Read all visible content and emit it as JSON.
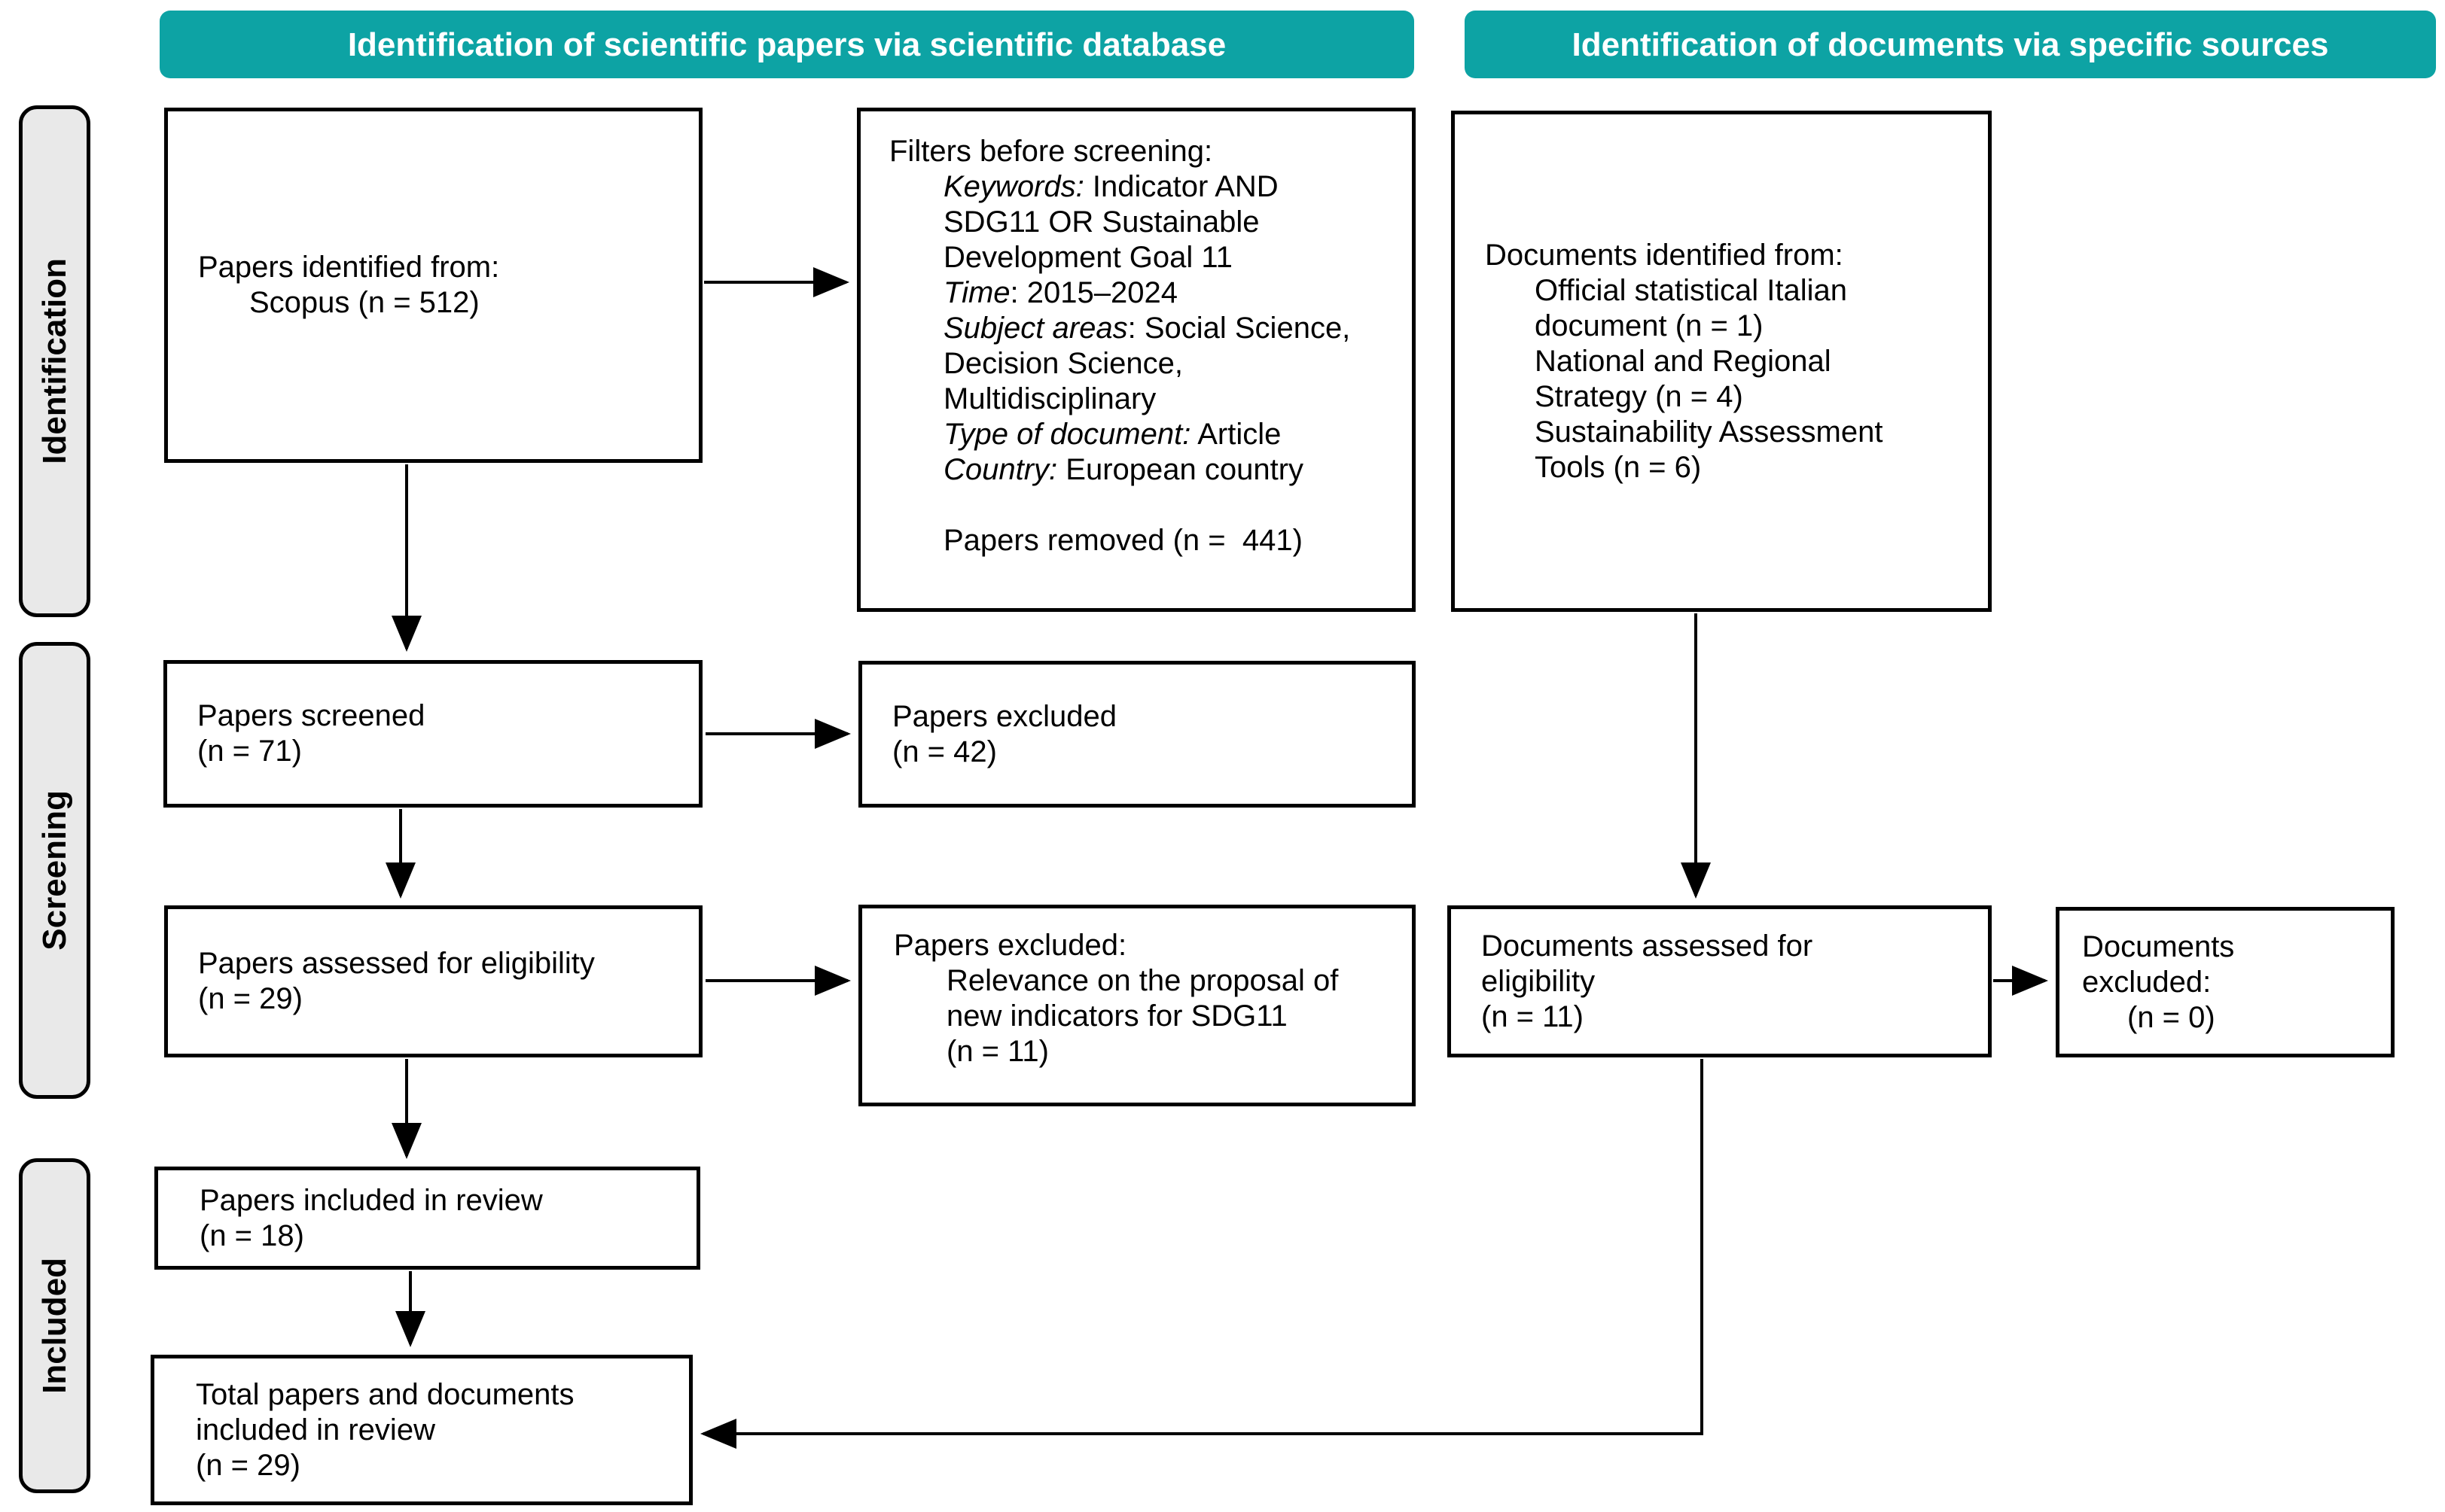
{
  "headers": {
    "left": "Identification of scientific papers via scientific database",
    "right": "Identification of documents via specific sources"
  },
  "sidebar": {
    "identification": "Identification",
    "screening": "Screening",
    "included": "Included"
  },
  "colors": {
    "header_teal": "#0DA3A4",
    "sidebar_bg": "#E9E9E9",
    "box_border": "#000000",
    "background": "#FFFFFF"
  },
  "boxes": {
    "papers_identified": {
      "lines": [
        {
          "text": "Papers identified from:"
        },
        {
          "text": "Scopus (n = 512)",
          "indent": 1
        }
      ]
    },
    "filters": {
      "lines": [
        {
          "text": "Filters before screening:"
        },
        {
          "prefix": "Keywords:",
          "text": " Indicator AND",
          "indent": 1
        },
        {
          "text": "SDG11 OR Sustainable",
          "indent": 1
        },
        {
          "text": "Development Goal 11",
          "indent": 1
        },
        {
          "prefix": "Time",
          "text": ": 2015–2024",
          "indent": 1
        },
        {
          "prefix": "Subject areas",
          "text": ": Social Science,",
          "indent": 1
        },
        {
          "text": "Decision Science,",
          "indent": 1
        },
        {
          "text": "Multidisciplinary",
          "indent": 1
        },
        {
          "prefix": "Type of document:",
          "text": " Article",
          "indent": 1
        },
        {
          "prefix": "Country:",
          "text": " European country",
          "indent": 1
        },
        {
          "text": "",
          "indent": 1
        },
        {
          "text": "Papers removed (n =  441)",
          "indent": 1
        }
      ]
    },
    "documents_identified": {
      "lines": [
        {
          "text": "Documents identified from:"
        },
        {
          "text": "Official statistical Italian",
          "indent": 1
        },
        {
          "text": "document (n = 1)",
          "indent": 1
        },
        {
          "text": "National and Regional",
          "indent": 1
        },
        {
          "text": "Strategy (n = 4)",
          "indent": 1
        },
        {
          "text": "Sustainability Assessment",
          "indent": 1
        },
        {
          "text": "Tools (n = 6)",
          "indent": 1
        }
      ]
    },
    "papers_screened": {
      "lines": [
        {
          "text": "Papers screened"
        },
        {
          "text": "(n = 71)"
        }
      ]
    },
    "papers_excluded": {
      "lines": [
        {
          "text": "Papers excluded"
        },
        {
          "text": "(n = 42)"
        }
      ]
    },
    "papers_assessed": {
      "lines": [
        {
          "text": "Papers assessed for eligibility"
        },
        {
          "text": "(n = 29)"
        }
      ]
    },
    "papers_excluded_reason": {
      "lines": [
        {
          "text": "Papers excluded:"
        },
        {
          "text": "Relevance on the proposal of",
          "indent": 1
        },
        {
          "text": "new indicators for SDG11",
          "indent": 1
        },
        {
          "text": "(n = 11)",
          "indent": 1
        }
      ]
    },
    "documents_assessed": {
      "lines": [
        {
          "text": "Documents assessed for"
        },
        {
          "text": "eligibility"
        },
        {
          "text": "(n = 11)"
        }
      ]
    },
    "documents_excluded": {
      "lines": [
        {
          "text": "Documents"
        },
        {
          "text": "excluded:"
        },
        {
          "text": "(n = 0)",
          "indent": 1
        }
      ]
    },
    "papers_included": {
      "lines": [
        {
          "text": "Papers included in review"
        },
        {
          "text": "(n = 18)"
        }
      ]
    },
    "total_included": {
      "lines": [
        {
          "text": "Total papers and documents"
        },
        {
          "text": "included in review"
        },
        {
          "text": "(n = 29)"
        }
      ]
    }
  }
}
